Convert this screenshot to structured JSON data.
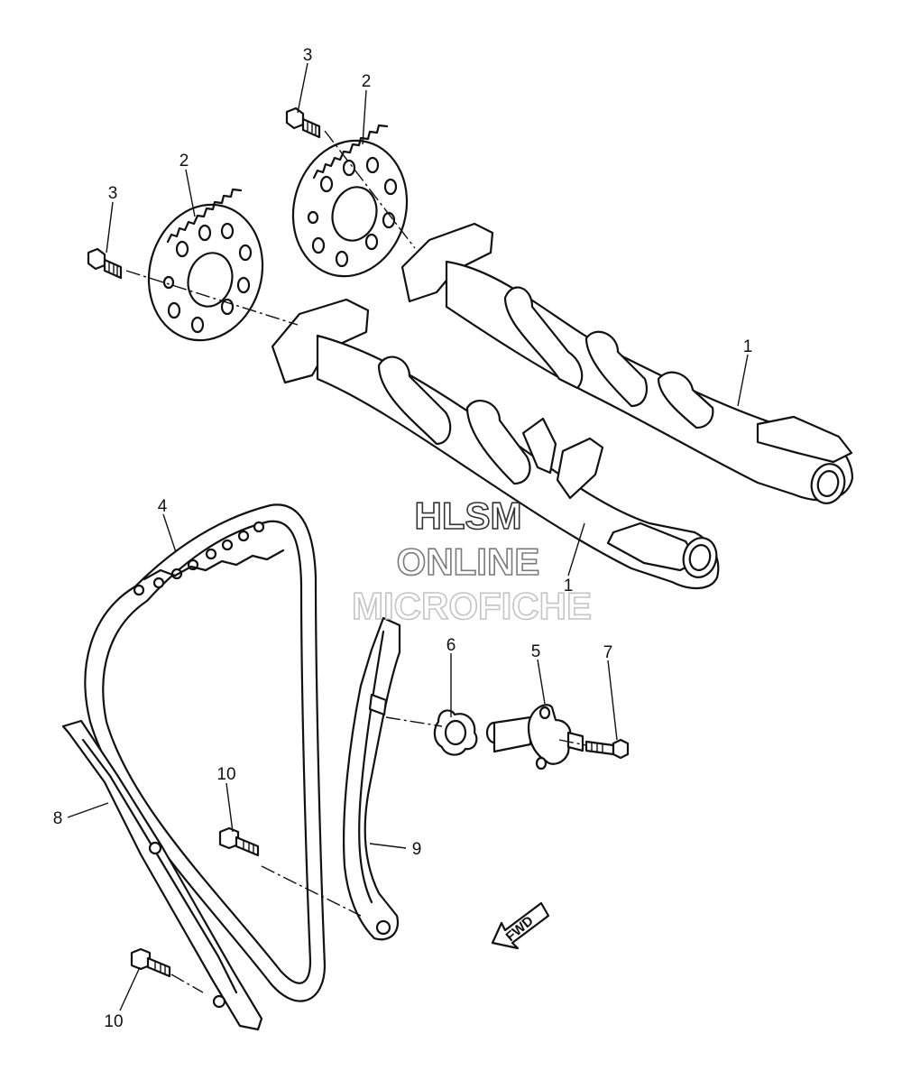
{
  "watermark": {
    "line1": "HLSM",
    "line2": "ONLINE",
    "line3": "MICROFICHE",
    "color1": "#333333",
    "color2": "#7a7a7a",
    "color3": "#c4c4c4"
  },
  "fwd_label": "FWD",
  "parts": [
    {
      "id": "1",
      "name": "camshaft"
    },
    {
      "id": "2",
      "name": "cam sprocket"
    },
    {
      "id": "3",
      "name": "bolt"
    },
    {
      "id": "4",
      "name": "timing chain"
    },
    {
      "id": "5",
      "name": "chain tensioner"
    },
    {
      "id": "6",
      "name": "gasket"
    },
    {
      "id": "7",
      "name": "bolt"
    },
    {
      "id": "8",
      "name": "chain guide"
    },
    {
      "id": "9",
      "name": "tensioner guide"
    },
    {
      "id": "10",
      "name": "guide bolt"
    }
  ],
  "callouts": {
    "c1a": "1",
    "c1b": "1",
    "c2a": "2",
    "c2b": "2",
    "c3a": "3",
    "c3b": "3",
    "c4": "4",
    "c5": "5",
    "c6": "6",
    "c7": "7",
    "c8": "8",
    "c9": "9",
    "c10a": "10",
    "c10b": "10"
  }
}
